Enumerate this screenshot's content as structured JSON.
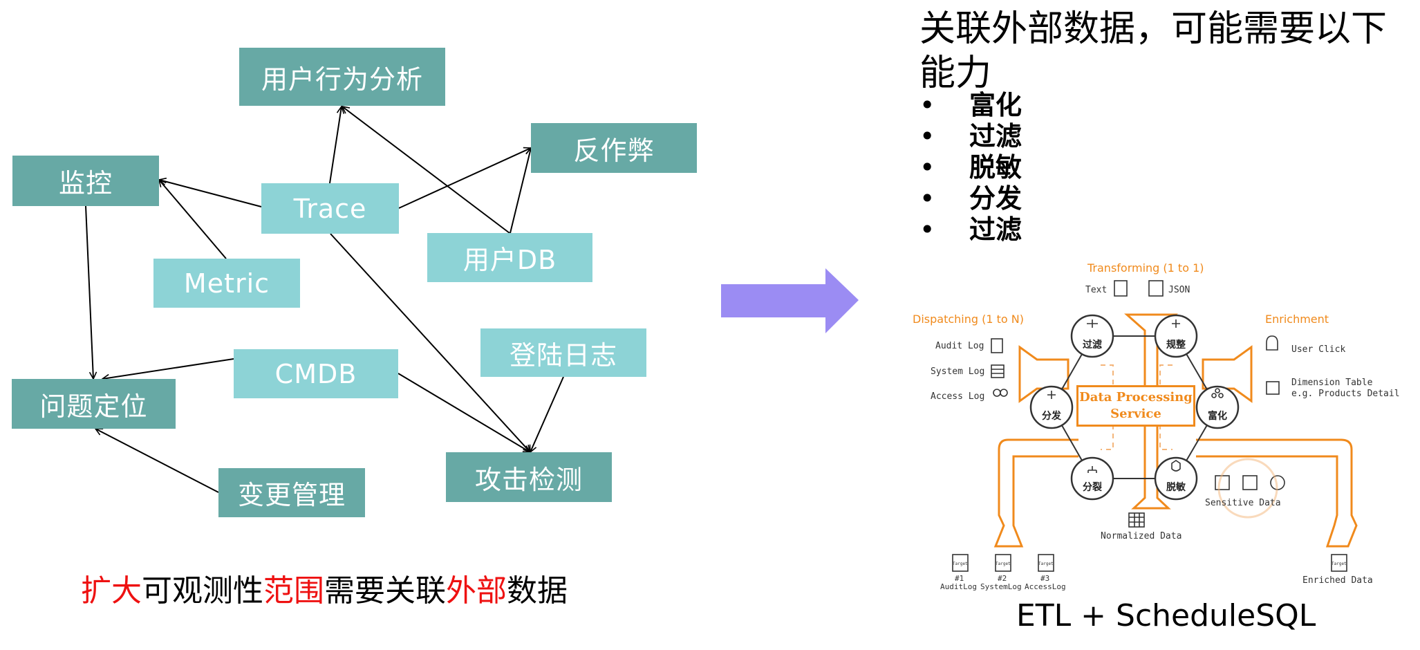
{
  "left": {
    "nodes": {
      "user_behavior": "用户行为分析",
      "anti_fraud": "反作弊",
      "monitor": "监控",
      "trace": "Trace",
      "user_db": "用户DB",
      "metric": "Metric",
      "login_log": "登陆日志",
      "cmdb": "CMDB",
      "problem_locate": "问题定位",
      "attack_detect": "攻击检测",
      "change_mgmt": "变更管理"
    },
    "caption": {
      "p1": "扩大",
      "p2": "可观测性",
      "p3": "范围",
      "p4": "需要关联",
      "p5": "外部",
      "p6": "数据"
    }
  },
  "colors": {
    "dark_node": "#67a9a5",
    "light_node": "#8dd3d6",
    "highlight": "#ee1111",
    "arrow": "#9b8cf3",
    "diagram_orange": "#f08a1c"
  },
  "right": {
    "title": "关联外部数据，可能需要以下能力",
    "bullet_symbol": "•",
    "bullets": [
      "富化",
      "过滤",
      "脱敏",
      "分发",
      "过滤"
    ],
    "etl": "ETL + ScheduleSQL",
    "diagram": {
      "transforming": "Transforming (1 to 1)",
      "dispatching": "Dispatching (1 to N)",
      "enrichment": "Enrichment",
      "text": "Text",
      "json": "JSON",
      "audit_log": "Audit Log",
      "system_log": "System Log",
      "access_log": "Access Log",
      "user_click": "User Click",
      "dim_table_1": "Dimension Table",
      "dim_table_2": "e.g. Products Detail",
      "center_1": "Data Processing",
      "center_2": "Service",
      "circle_filter": "过滤",
      "circle_regulate": "规整",
      "circle_dispatch": "分发",
      "circle_enrich": "富化",
      "circle_split": "分裂",
      "circle_mask": "脱敏",
      "sensitive": "Sensitive Data",
      "normalized": "Normalized Data",
      "enriched": "Enriched Data",
      "t1_num": "#1",
      "t1_name": "AuditLog",
      "t2_num": "#2",
      "t2_name": "SystemLog",
      "t3_num": "#3",
      "t3_name": "AccessLog",
      "target_tag": "Target"
    }
  }
}
